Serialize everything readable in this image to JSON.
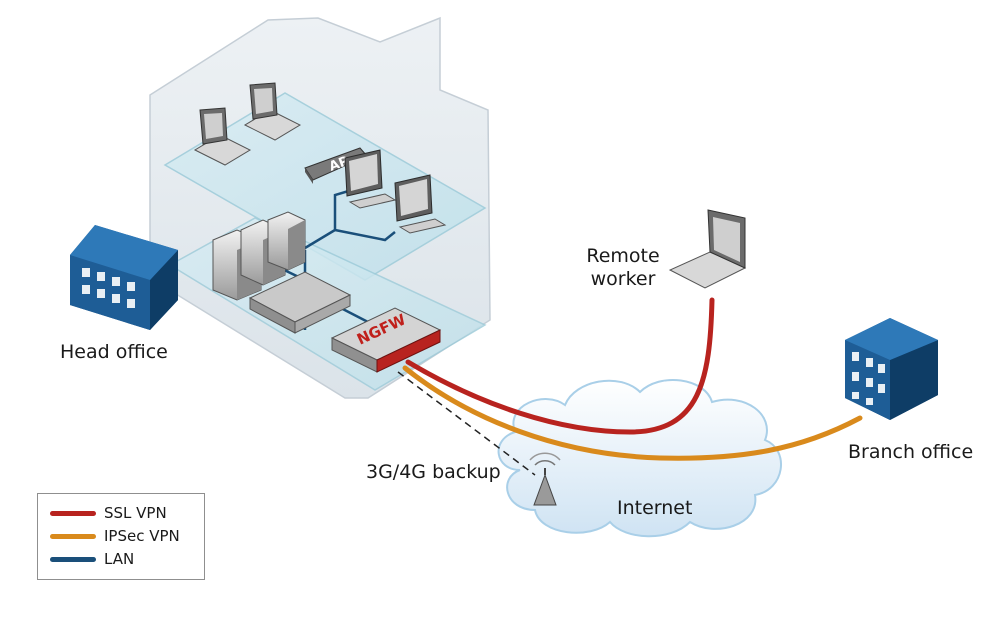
{
  "labels": {
    "head_office": "Head office",
    "remote_worker_line1": "Remote",
    "remote_worker_line2": "worker",
    "branch_office": "Branch office",
    "internet": "Internet",
    "backup": "3G/4G backup",
    "firewall": "NGFW",
    "access_point": "AP"
  },
  "legend": {
    "items": [
      {
        "label": "SSL VPN",
        "color": "#b8231f"
      },
      {
        "label": "IPSec VPN",
        "color": "#d98a1c"
      },
      {
        "label": "LAN",
        "color": "#1a4f7a"
      }
    ]
  },
  "colors": {
    "ssl_vpn": "#b8231f",
    "ipsec_vpn": "#d98a1c",
    "lan": "#1a4f7a",
    "building": "#17578f",
    "cloud": "#dcebf7",
    "building_shell": "#e6ecf0"
  },
  "icons": [
    "laptop-icon",
    "desktop-icon",
    "access-point-icon",
    "server-icon",
    "switch-icon",
    "firewall-icon",
    "cell-tower-icon",
    "cloud-icon",
    "building-icon"
  ]
}
